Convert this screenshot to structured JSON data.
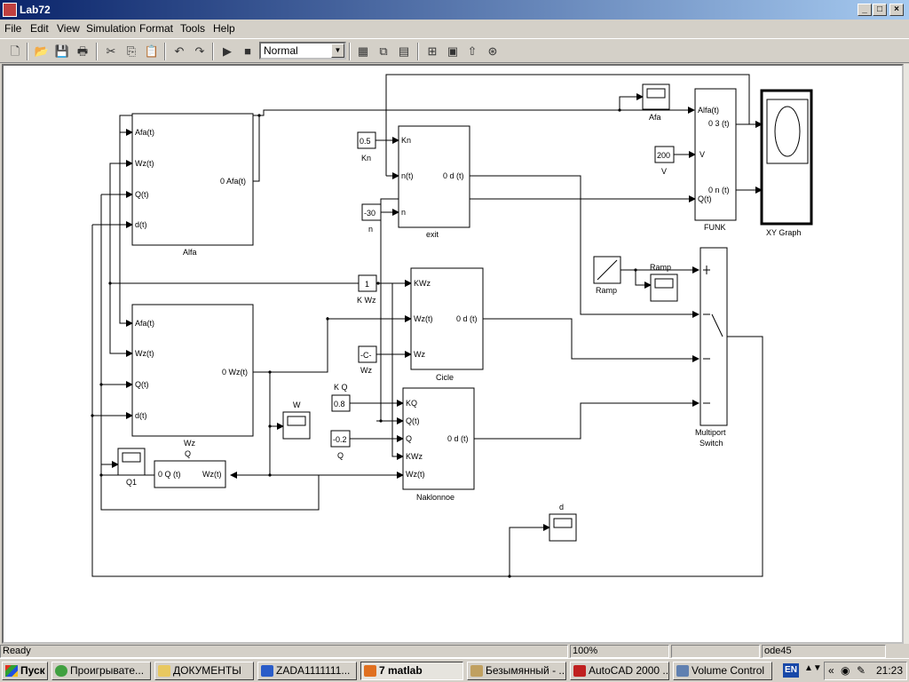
{
  "window": {
    "title": "Lab72",
    "minimize": "_",
    "maximize": "□",
    "close": "×"
  },
  "menu": [
    "File",
    "Edit",
    "View",
    "Simulation",
    "Format",
    "Tools",
    "Help"
  ],
  "toolbar": {
    "mode": "Normal"
  },
  "blocks": {
    "alfa": {
      "label": "Alfa",
      "inputs": [
        "Afa(t)",
        "Wz(t)",
        "Q(t)",
        "d(t)"
      ],
      "output": "0 Afa(t)"
    },
    "wz": {
      "label": "Wz",
      "inputs": [
        "Afa(t)",
        "Wz(t)",
        "Q(t)",
        "d(t)"
      ],
      "output": "0 Wz(t)"
    },
    "exit": {
      "label": "exit",
      "inputs": [
        "Kn",
        "n(t)",
        "n"
      ],
      "output": "0 d (t)"
    },
    "cicle": {
      "label": "Cicle",
      "inputs": [
        "KWz",
        "Wz(t)",
        "Wz"
      ],
      "output": "0 d (t)"
    },
    "naklonnoe": {
      "label": "Naklonnoe",
      "inputs": [
        "KQ",
        "Q(t)",
        "Q",
        "KWz",
        "Wz(t)"
      ],
      "output": "0 d (t)"
    },
    "funk": {
      "label": "FUNK",
      "inputs": [
        "Alfa(t)",
        "V",
        "Q(t)"
      ],
      "outputs": [
        "0 3 (t)",
        "0 n (t)"
      ]
    },
    "q": {
      "label": "Q",
      "left": "0 Q (t)",
      "right": "Wz(t)"
    },
    "xygraph": {
      "label": "XY Graph"
    },
    "multiport": {
      "label1": "Multiport",
      "label2": "Switch"
    },
    "ramp": {
      "label": "Ramp"
    },
    "scopes": {
      "afa": "Afa",
      "ramp": "Ramp",
      "w": "W",
      "q1": "Q1",
      "d": "d"
    },
    "constants": {
      "kn": {
        "value": "0.5",
        "label": "Kn"
      },
      "n": {
        "value": "-30",
        "label": "n"
      },
      "kwz": {
        "value": "1",
        "label": "K Wz"
      },
      "wz": {
        "value": "-C-",
        "label": "Wz"
      },
      "kq": {
        "value": "0.8",
        "label": "K Q"
      },
      "q": {
        "value": "-0.2",
        "label": "Q"
      },
      "v": {
        "value": "200",
        "label": "V"
      }
    }
  },
  "status": {
    "ready": "Ready",
    "zoom": "100%",
    "solver": "ode45"
  },
  "taskbar": {
    "start": "Пуск",
    "tasks": [
      "Проигрывате...",
      "ДОКУМЕНТЫ",
      "ZADA1111111...",
      "7 matlab",
      "Безымянный - ...",
      "AutoCAD 2000 ...",
      "Volume Control"
    ],
    "lang": "EN",
    "clock": "21:23"
  },
  "colors": {
    "titlebar": "#0a246a",
    "canvas": "#ffffff",
    "chrome": "#d4d0c8"
  }
}
